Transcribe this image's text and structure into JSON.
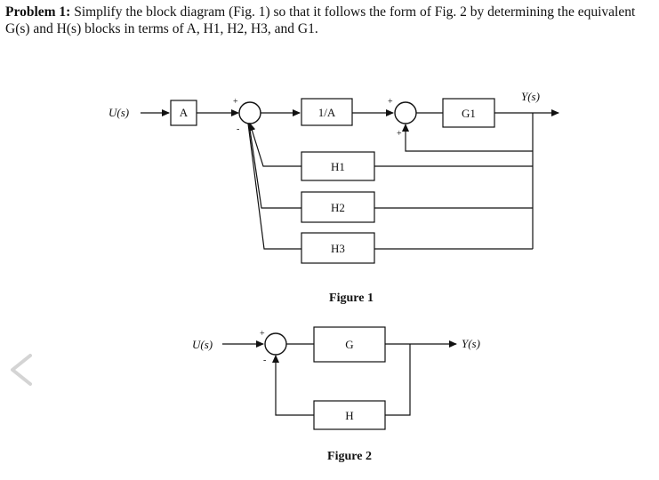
{
  "problem": {
    "label": "Problem 1:",
    "text": "Simplify the block diagram (Fig. 1) so that it follows the form of Fig. 2 by determining the equivalent G(s) and H(s) blocks in terms of A, H1, H2, H3, and G1."
  },
  "figure1": {
    "caption": "Figure 1",
    "input_label": "U(s)",
    "output_label": "Y(s)",
    "blocks": {
      "a": "A",
      "inv_a": "1/A",
      "g1": "G1",
      "h1": "H1",
      "h2": "H2",
      "h3": "H3"
    },
    "sum1_signs": {
      "plus": "+",
      "minus": "-"
    },
    "sum2_signs": {
      "plus_top": "+",
      "plus_bottom": "+"
    }
  },
  "figure2": {
    "caption": "Figure 2",
    "input_label": "U(s)",
    "output_label": "Y(s)",
    "blocks": {
      "g": "G",
      "h": "H"
    },
    "sum_signs": {
      "plus": "+",
      "minus": "-"
    }
  },
  "nav": {
    "back_icon": "chevron-left-icon"
  }
}
